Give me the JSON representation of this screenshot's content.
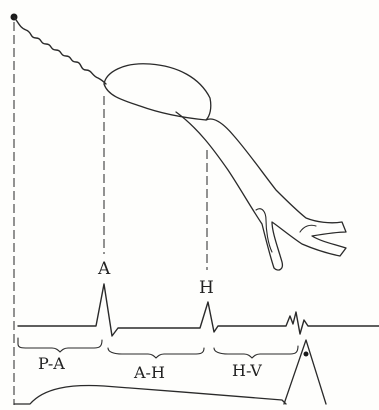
{
  "diagram": {
    "nodes": [
      {
        "id": "a",
        "label": "A"
      },
      {
        "id": "h",
        "label": "H"
      }
    ],
    "intervals": [
      {
        "id": "pa",
        "label": "P-A"
      },
      {
        "id": "ah",
        "label": "A-H"
      },
      {
        "id": "hv",
        "label": "H-V"
      }
    ]
  }
}
